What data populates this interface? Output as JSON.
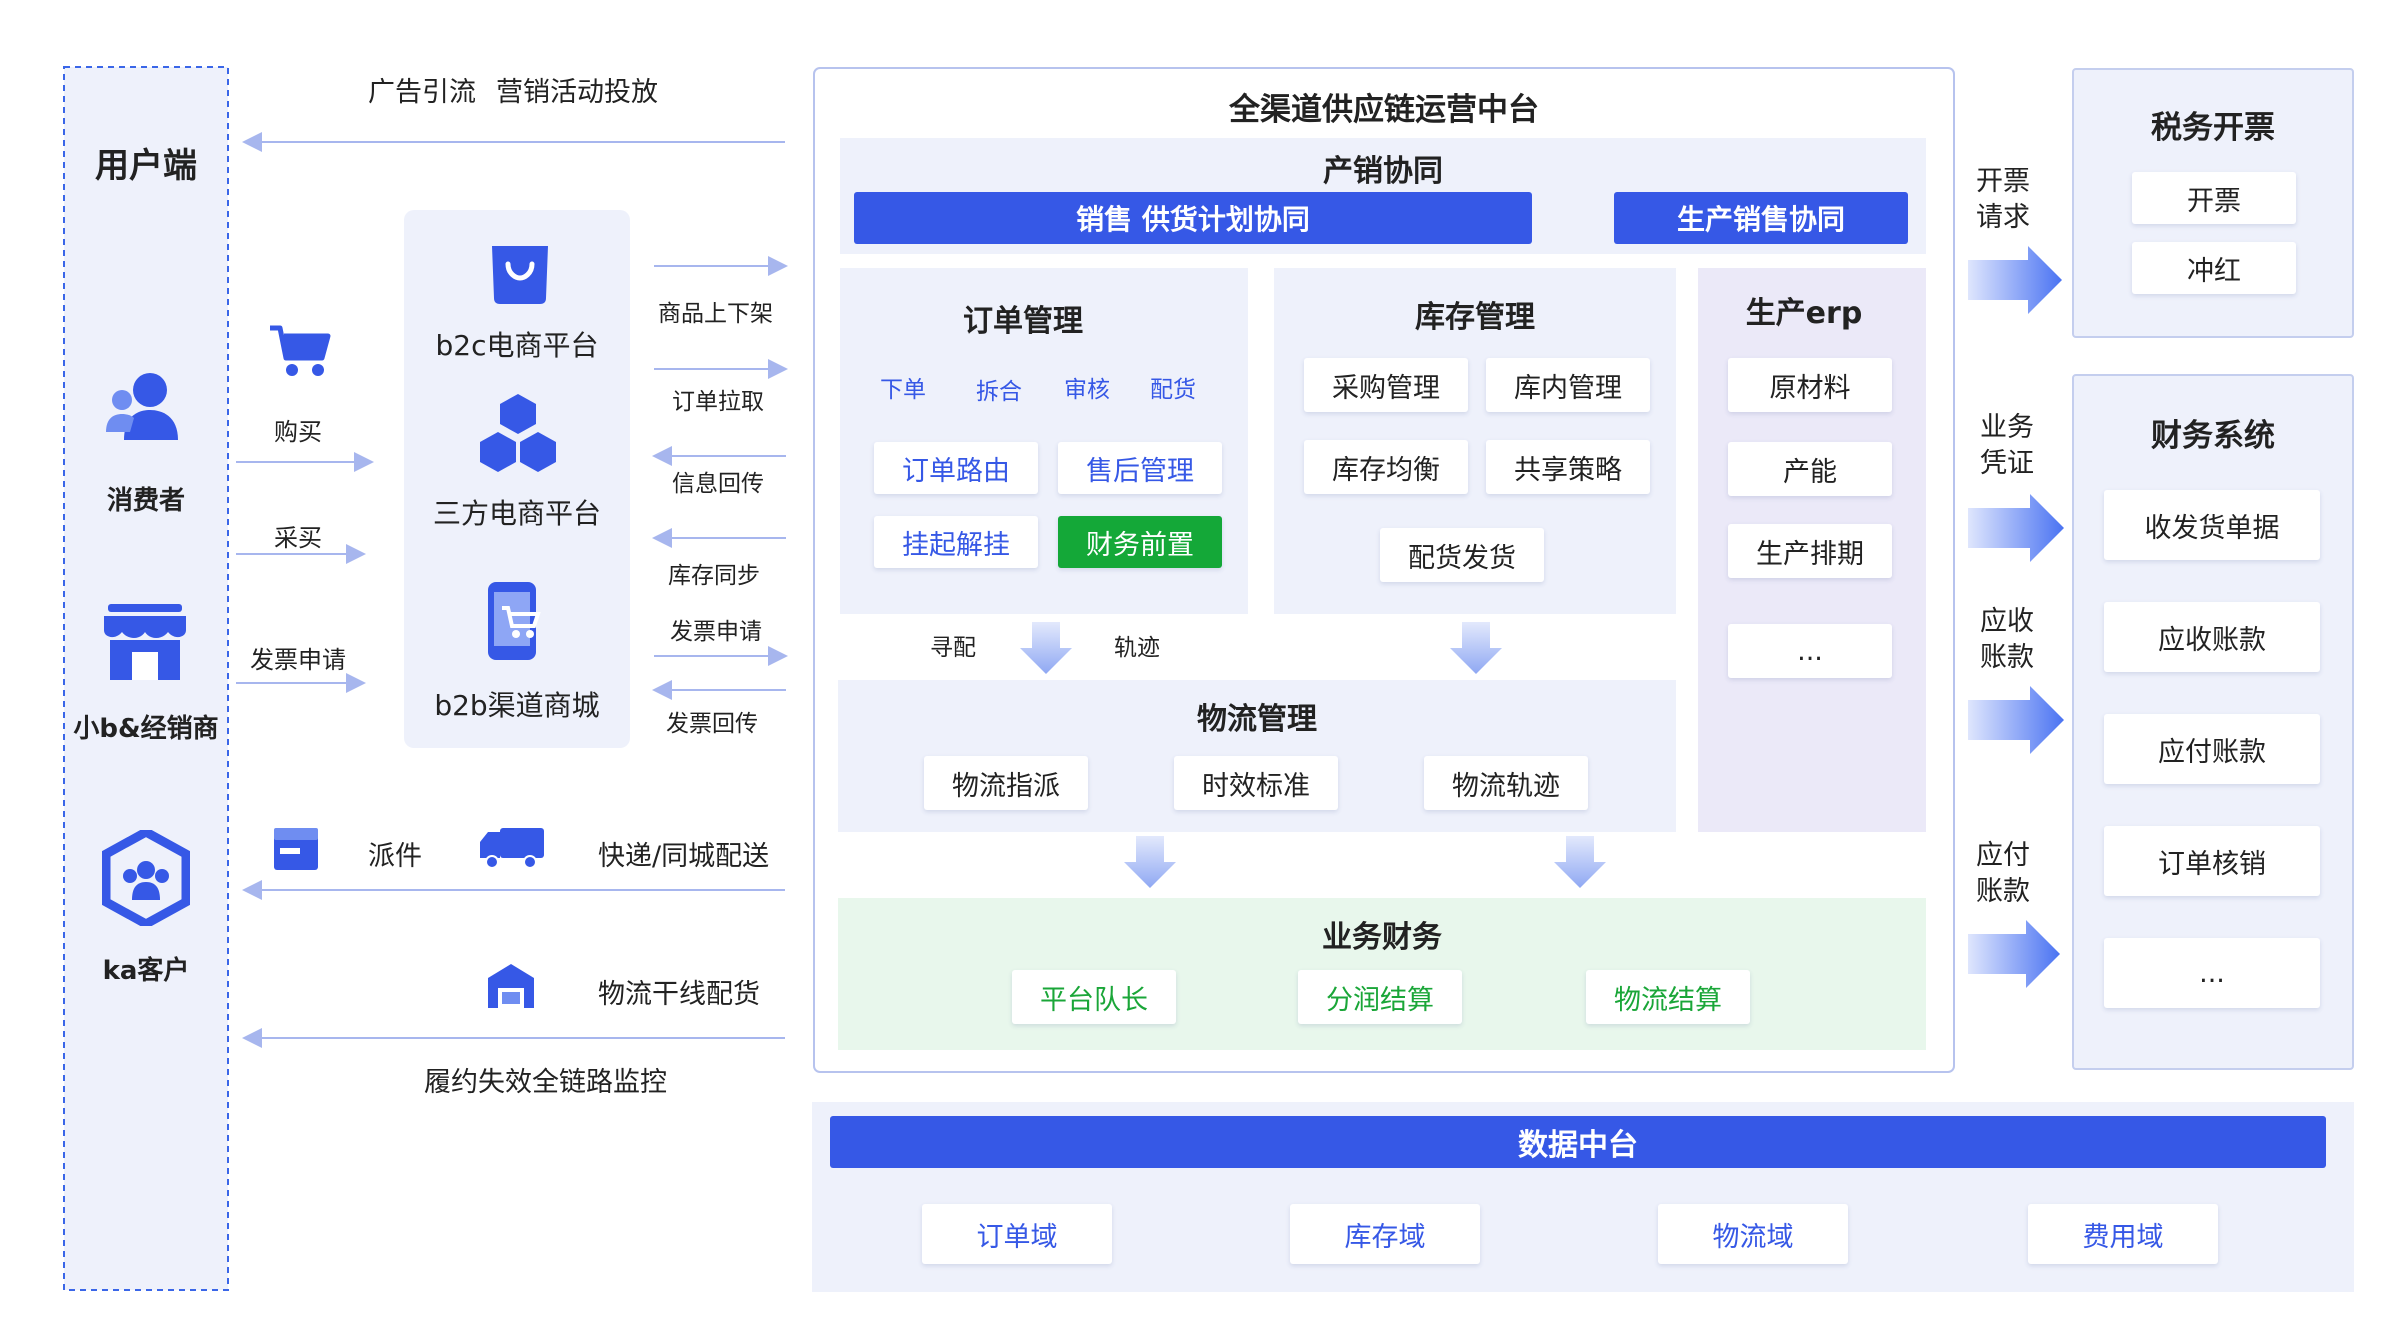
{
  "user_side": {
    "title": "用户端",
    "consumer": "消费者",
    "small_b": "小b&经销商",
    "ka": "ka客户"
  },
  "flows": {
    "ad_flow": "广告引流",
    "marketing": "营销活动投放",
    "buy": "购买",
    "procure": "采买",
    "invoice_apply": "发票申请",
    "dispatch": "派件",
    "express": "快递/同城配送",
    "trunk": "物流干线配货",
    "monitor": "履约失效全链路监控"
  },
  "platforms": {
    "b2c": "b2c电商平台",
    "third": "三方电商平台",
    "b2b": "b2b渠道商城"
  },
  "platform_flows": [
    "商品上下架",
    "订单拉取",
    "信息回传",
    "库存同步",
    "发票申请",
    "发票回传"
  ],
  "center": {
    "title": "全渠道供应链运营中台",
    "prod_sales": {
      "title": "产销协同",
      "left_bar": "销售 供货计划协同",
      "right_bar": "生产销售协同"
    },
    "order": {
      "title": "订单管理",
      "steps": [
        "下单",
        "拆合",
        "审核",
        "配货"
      ],
      "items": [
        "订单路由",
        "售后管理",
        "挂起解挂",
        "财务前置"
      ]
    },
    "inventory": {
      "title": "库存管理",
      "items": [
        "采购管理",
        "库内管理",
        "库存均衡",
        "共享策略",
        "配货发货"
      ]
    },
    "erp": {
      "title": "生产erp",
      "items": [
        "原材料",
        "产能",
        "生产排期",
        "..."
      ]
    },
    "find_match": "寻配",
    "track": "轨迹",
    "logistics": {
      "title": "物流管理",
      "items": [
        "物流指派",
        "时效标准",
        "物流轨迹"
      ]
    },
    "finance": {
      "title": "业务财务",
      "items": [
        "平台队长",
        "分润结算",
        "物流结算"
      ]
    }
  },
  "data_center": {
    "title": "数据中台",
    "items": [
      "订单域",
      "库存域",
      "物流域",
      "费用域"
    ]
  },
  "right_flows": {
    "invoice_req": [
      "开票",
      "请求"
    ],
    "voucher": [
      "业务",
      "凭证"
    ],
    "receivable": [
      "应收",
      "账款"
    ],
    "payable": [
      "应付",
      "账款"
    ]
  },
  "tax": {
    "title": "税务开票",
    "items": [
      "开票",
      "冲红"
    ]
  },
  "fin_sys": {
    "title": "财务系统",
    "items": [
      "收发货单据",
      "应收账款",
      "应付账款",
      "订单核销",
      "..."
    ]
  },
  "colors": {
    "primary_blue": "#3658e6",
    "light_panel": "#eef1fb",
    "green_text": "#1aa638",
    "green_button": "#14a838",
    "finance_panel": "#e8f7ec"
  }
}
